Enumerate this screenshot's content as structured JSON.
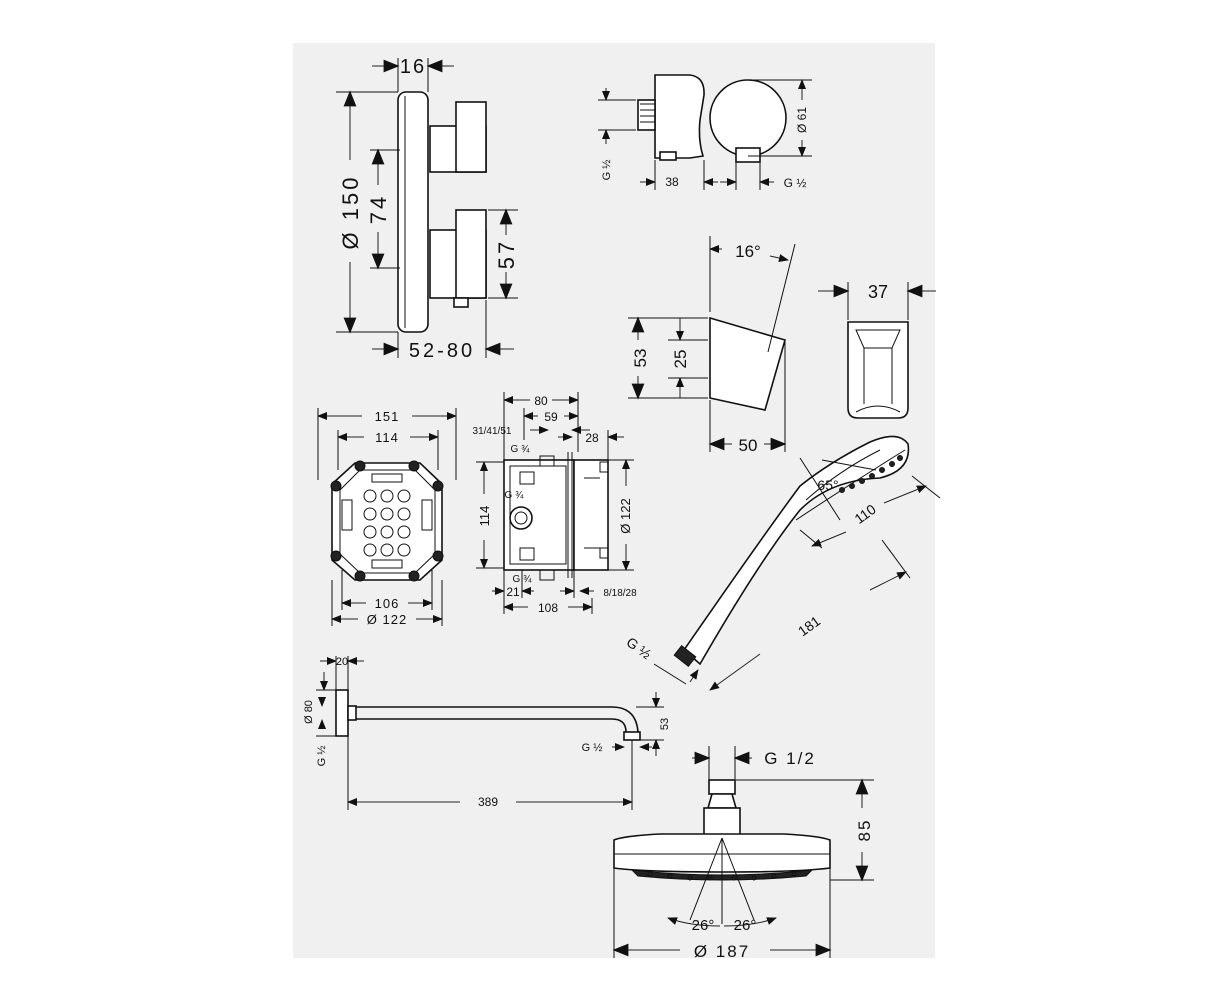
{
  "panel_color": "#f0f0f0",
  "line_color": "#111111",
  "thermostat": {
    "top_width": "16",
    "diameter": "Ø 150",
    "inner_height": "74",
    "knob_height": "57",
    "depth": "52-80"
  },
  "wall_outlet": {
    "thread_left": "G ½",
    "depth": "38",
    "diameter": "Ø 61",
    "thread_right": "G ½"
  },
  "wall_holder": {
    "angle": "16°",
    "height": "53",
    "inner_height": "25",
    "depth": "50",
    "width": "37"
  },
  "rough_in_front": {
    "outer": "151",
    "inner": "114",
    "bottom_inner": "106",
    "bottom_diameter": "Ø 122"
  },
  "rough_in_side": {
    "top_width": "80",
    "top_inner": "59",
    "depth_options": "31/41/51",
    "right_depth": "28",
    "thread_top": "G ¾",
    "thread_mid": "G ¾",
    "thread_bottom": "G ¾",
    "height": "114",
    "diameter": "Ø 122",
    "bottom_left": "21",
    "bottom_right": "8/18/28",
    "bottom_total": "108"
  },
  "hand_shower": {
    "angle": "65°",
    "head_length": "110",
    "total_length": "181",
    "thread": "G ½"
  },
  "shower_arm": {
    "flange_width": "20",
    "flange_diameter": "Ø 80",
    "thread_wall": "G ½",
    "drop": "53",
    "thread_outlet": "G ½",
    "length": "389"
  },
  "overhead_shower": {
    "thread": "G 1/2",
    "height": "85",
    "angle_left": "26°",
    "angle_right": "26°",
    "diameter": "Ø 187"
  }
}
